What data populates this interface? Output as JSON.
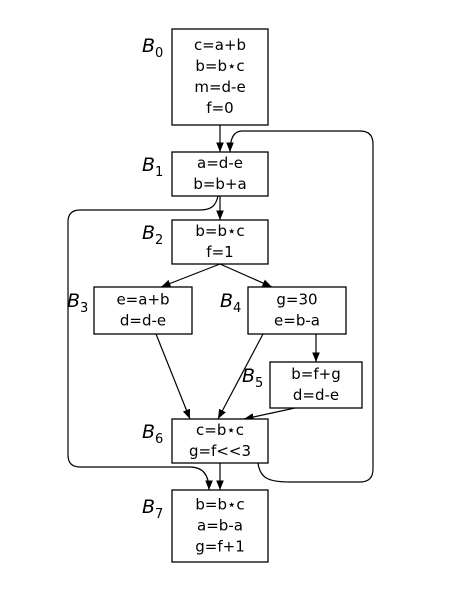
{
  "blocks": [
    {
      "id": "B0",
      "label": "B",
      "sub": "0",
      "lines": [
        "c=a+b",
        "b=b⋆c",
        "m=d-e",
        "f=0"
      ]
    },
    {
      "id": "B1",
      "label": "B",
      "sub": "1",
      "lines": [
        "a=d-e",
        "b=b+a"
      ]
    },
    {
      "id": "B2",
      "label": "B",
      "sub": "2",
      "lines": [
        "b=b⋆c",
        "f=1"
      ]
    },
    {
      "id": "B3",
      "label": "B",
      "sub": "3",
      "lines": [
        "e=a+b",
        "d=d-e"
      ]
    },
    {
      "id": "B4",
      "label": "B",
      "sub": "4",
      "lines": [
        "g=30",
        "e=b-a"
      ]
    },
    {
      "id": "B5",
      "label": "B",
      "sub": "5",
      "lines": [
        "b=f+g",
        "d=d-e"
      ]
    },
    {
      "id": "B6",
      "label": "B",
      "sub": "6",
      "lines": [
        "c=b⋆c",
        "g=f<<3"
      ]
    },
    {
      "id": "B7",
      "label": "B",
      "sub": "7",
      "lines": [
        "b=b⋆c",
        "a=b-a",
        "g=f+1"
      ]
    }
  ],
  "edges": [
    {
      "from": "B0",
      "to": "B1"
    },
    {
      "from": "B1",
      "to": "B2"
    },
    {
      "from": "B1",
      "to": "B7"
    },
    {
      "from": "B2",
      "to": "B3"
    },
    {
      "from": "B2",
      "to": "B4"
    },
    {
      "from": "B3",
      "to": "B6"
    },
    {
      "from": "B4",
      "to": "B6"
    },
    {
      "from": "B4",
      "to": "B5"
    },
    {
      "from": "B5",
      "to": "B6"
    },
    {
      "from": "B6",
      "to": "B7"
    },
    {
      "from": "B6",
      "to": "B1"
    }
  ]
}
